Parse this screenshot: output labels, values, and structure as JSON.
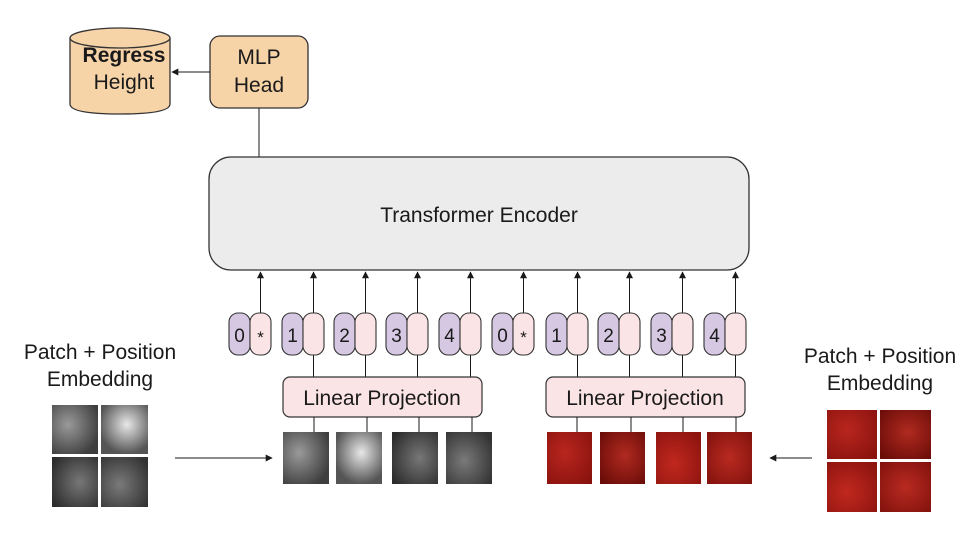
{
  "output": {
    "title": "Regress",
    "subtitle": "Height"
  },
  "mlp_head": {
    "line1": "MLP",
    "line2": "Head"
  },
  "encoder": {
    "label": "Transformer Encoder"
  },
  "projection_labels": [
    "Linear Projection",
    "Linear Projection"
  ],
  "side_labels": [
    {
      "line1": "Patch + Position",
      "line2": "Embedding"
    },
    {
      "line1": "Patch + Position",
      "line2": "Embedding"
    }
  ],
  "tokens": [
    {
      "num": "0",
      "right": "*"
    },
    {
      "num": "1",
      "right": ""
    },
    {
      "num": "2",
      "right": ""
    },
    {
      "num": "3",
      "right": ""
    },
    {
      "num": "4",
      "right": ""
    },
    {
      "num": "0",
      "right": "*"
    },
    {
      "num": "1",
      "right": ""
    },
    {
      "num": "2",
      "right": ""
    },
    {
      "num": "3",
      "right": ""
    },
    {
      "num": "4",
      "right": ""
    }
  ],
  "colors": {
    "output_fill": "#f7d3a8",
    "output_stroke": "#333333",
    "mlp_fill": "#f7d3a8",
    "encoder_fill": "#ececec",
    "projection_fill": "#fbe4e6",
    "token_left_fill": "#d6c8e2",
    "token_right_fill": "#fbe4e6",
    "gray_patch": "#6a6a6a",
    "red_patch": "#9a1a14"
  }
}
